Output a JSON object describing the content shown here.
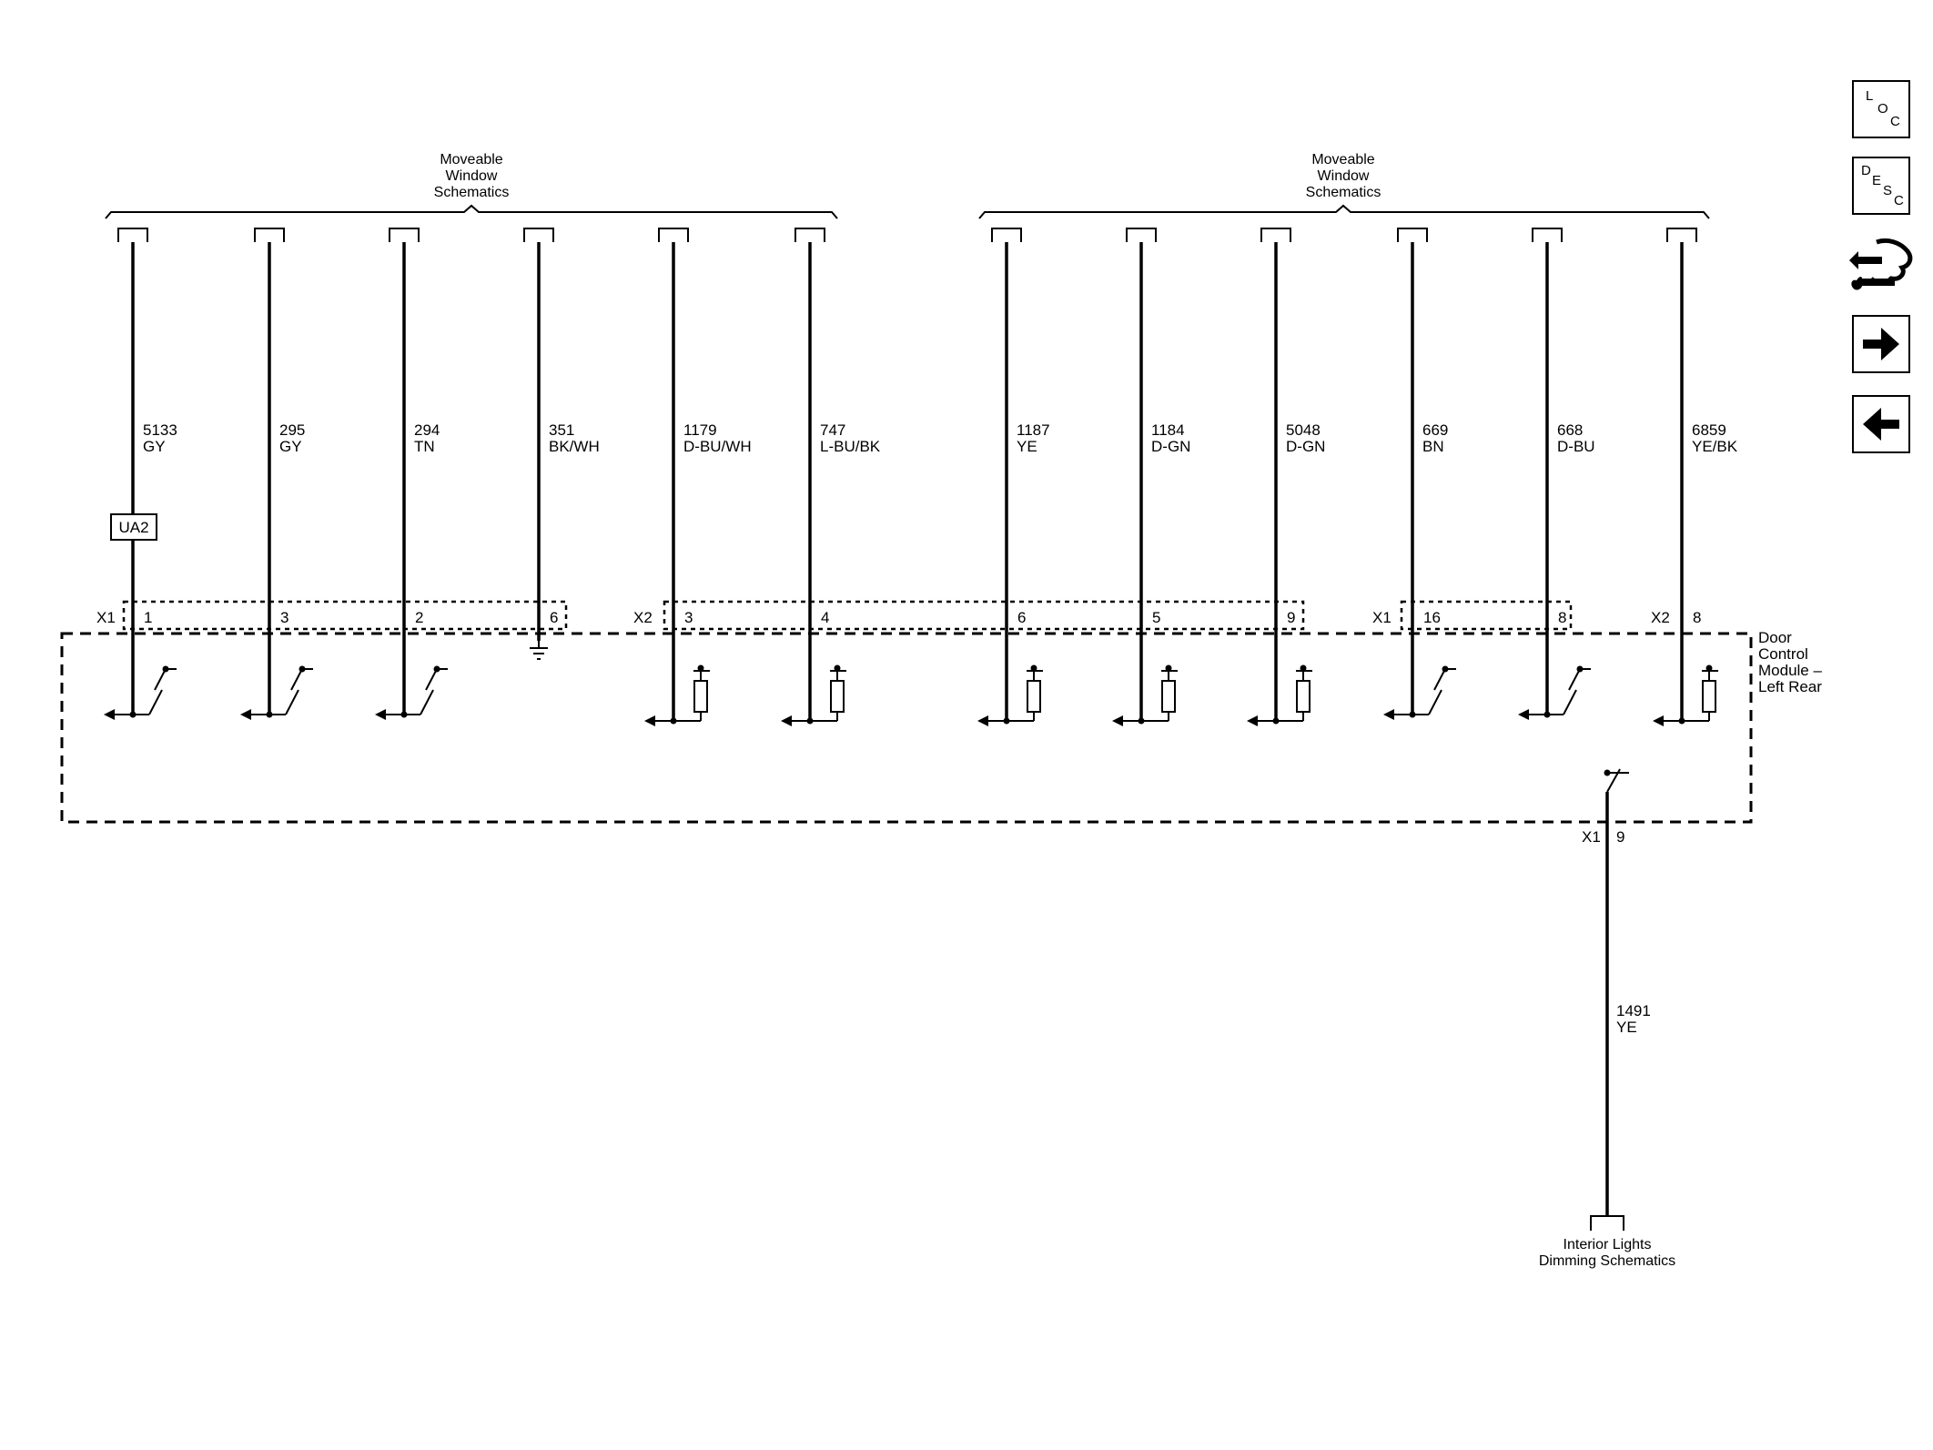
{
  "ref_group_left": {
    "line1": "Moveable",
    "line2": "Window",
    "line3": "Schematics"
  },
  "ref_group_right": {
    "line1": "Moveable",
    "line2": "Window",
    "line3": "Schematics"
  },
  "ref_bottom": {
    "line1": "Interior Lights",
    "line2": "Dimming Schematics"
  },
  "module_label": {
    "line1": "Door",
    "line2": "Control",
    "line3": "Module –",
    "line4": "Left Rear"
  },
  "connector_fuse_label": "UA2",
  "connector_groups": [
    {
      "name": "X1"
    },
    {
      "name": "X2"
    },
    {
      "name": "X1"
    },
    {
      "name": "X2"
    }
  ],
  "circuits": [
    {
      "number": "5133",
      "color": "GY",
      "pin": "1"
    },
    {
      "number": "295",
      "color": "GY",
      "pin": "3"
    },
    {
      "number": "294",
      "color": "TN",
      "pin": "2"
    },
    {
      "number": "351",
      "color": "BK/WH",
      "pin": "6"
    },
    {
      "number": "1179",
      "color": "D-BU/WH",
      "pin": "3"
    },
    {
      "number": "747",
      "color": "L-BU/BK",
      "pin": "4"
    },
    {
      "number": "1187",
      "color": "YE",
      "pin": "6"
    },
    {
      "number": "1184",
      "color": "D-GN",
      "pin": "5"
    },
    {
      "number": "5048",
      "color": "D-GN",
      "pin": "9"
    },
    {
      "number": "669",
      "color": "BN",
      "pin": "16"
    },
    {
      "number": "668",
      "color": "D-BU",
      "pin": "8"
    },
    {
      "number": "6859",
      "color": "YE/BK",
      "pin": "8"
    }
  ],
  "bottom_circuit": {
    "number": "1491",
    "color": "YE",
    "pin": "9",
    "connector": "X1"
  },
  "nav": {
    "loc": {
      "l": "L",
      "o": "O",
      "c": "C"
    },
    "desc": {
      "d": "D",
      "e": "E",
      "s": "S",
      "c": "C"
    }
  }
}
